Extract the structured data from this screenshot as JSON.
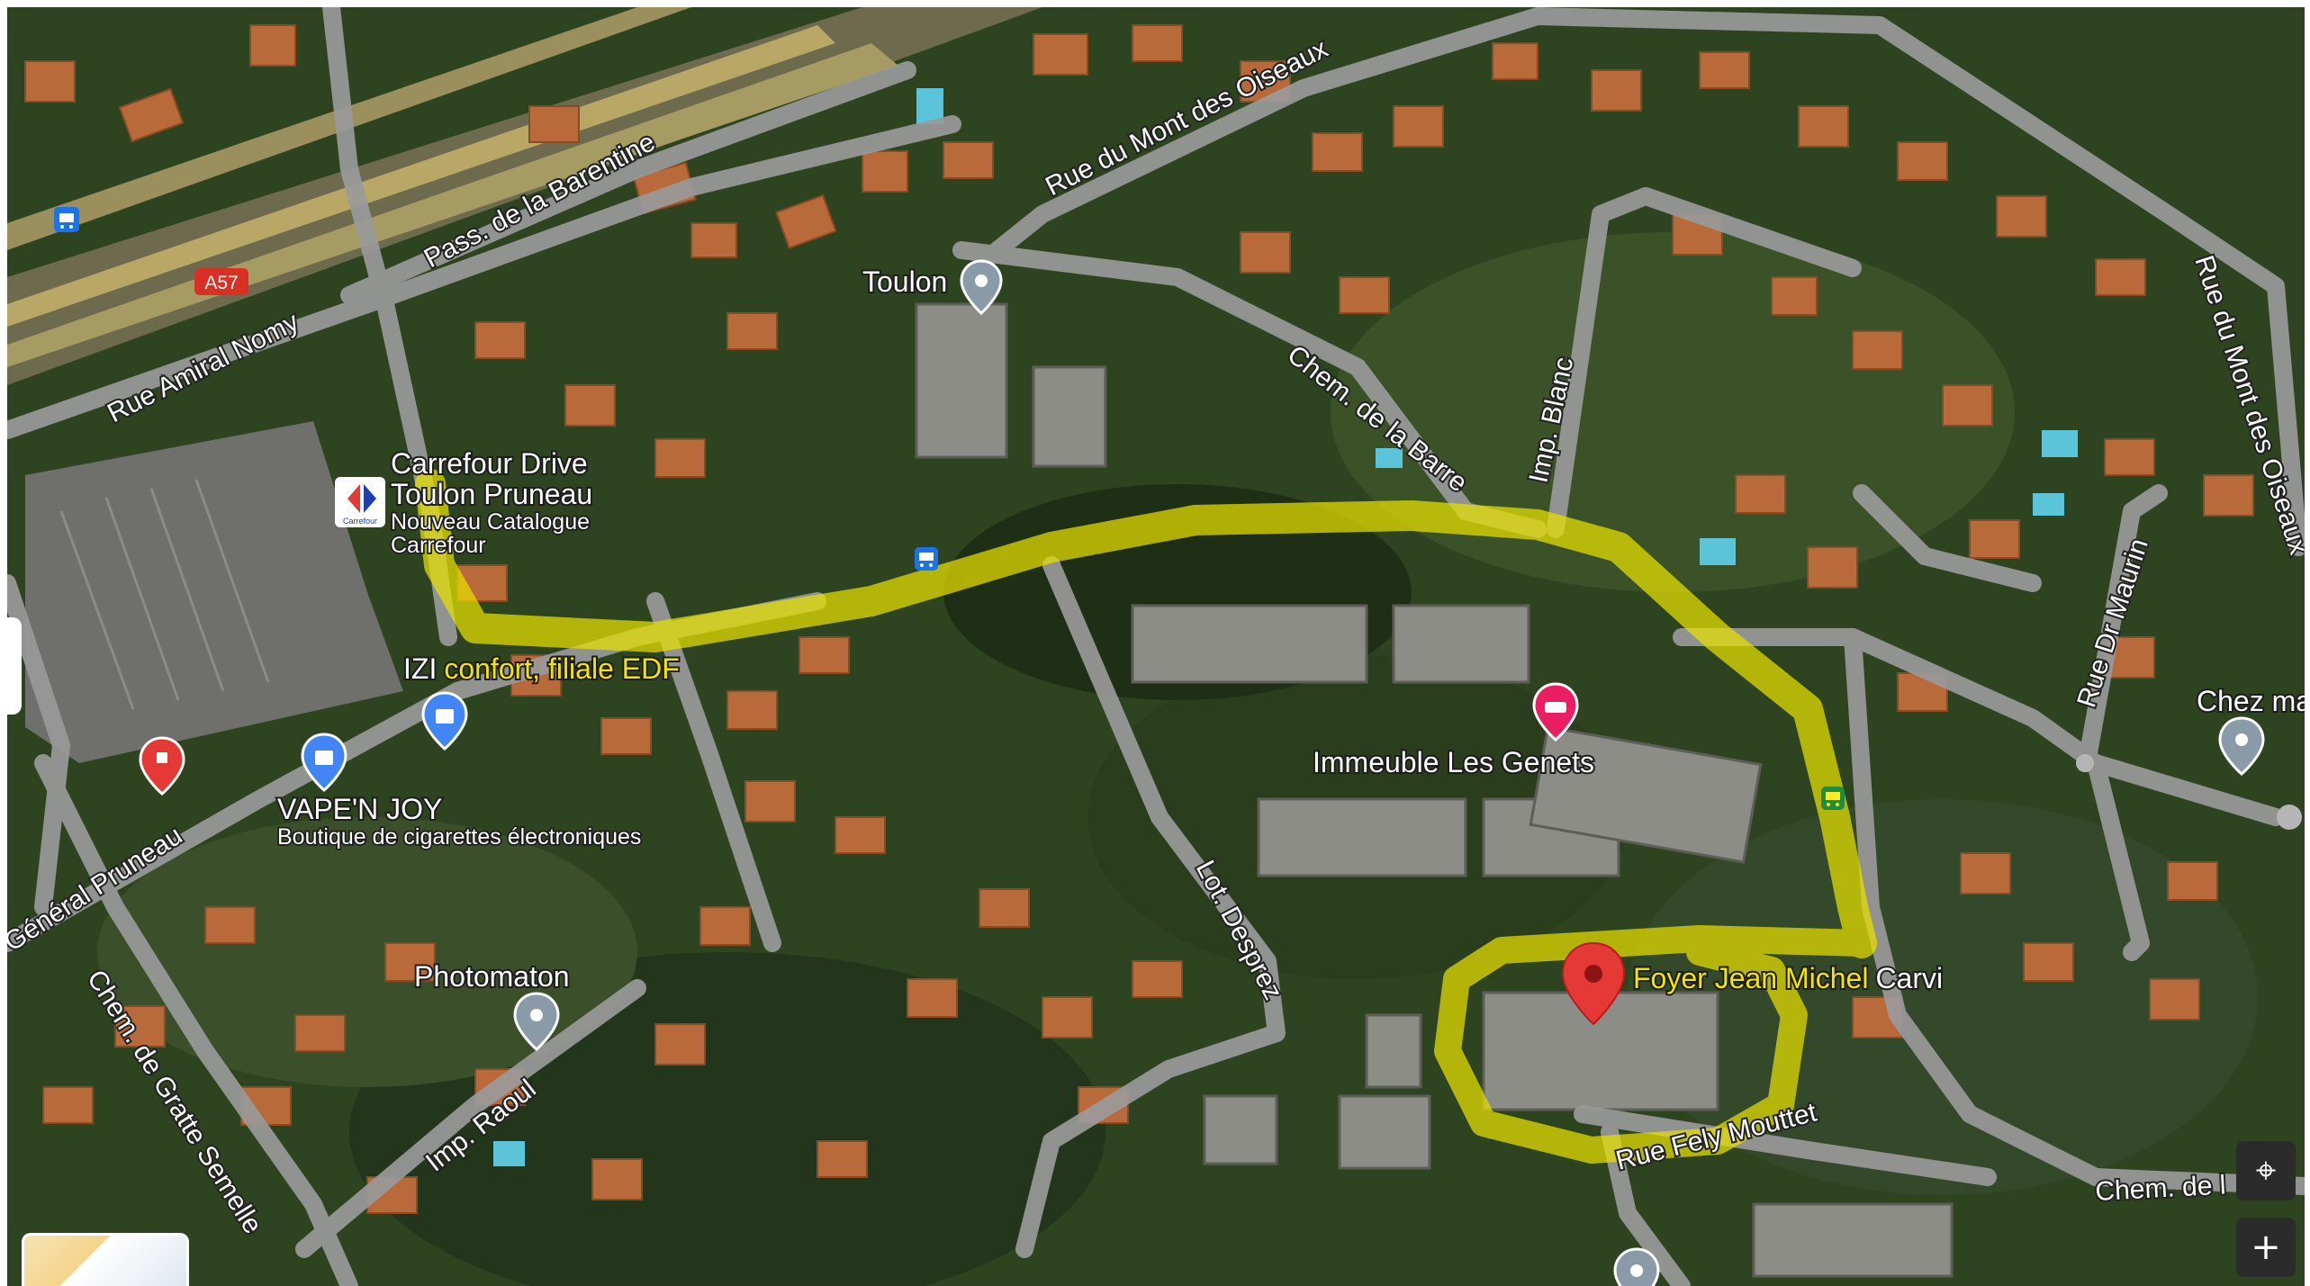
{
  "streets": {
    "rue_amiral_nomy": "Rue Amiral Nomy",
    "pass_barentine": "Pass. de la Barentine",
    "rue_mont_oiseaux_top": "Rue du Mont des Oiseaux",
    "rue_mont_oiseaux_right": "Rue du Mont des Oiseaux",
    "chem_barre": "Chem. de la Barre",
    "imp_blanc": "Imp. Blanc",
    "rue_dr_maurin": "Rue Dr Maurin",
    "general_pruneau": "Général Pruneau",
    "chem_gratte_semelle": "Chem. de Gratte Semelle",
    "imp_raoul": "Imp. Raoul",
    "lot_desprez": "Lot. Desprez",
    "rue_fely_mouttet": "Rue Fely Mouttet",
    "chem_de_l": "Chem. de l"
  },
  "highway_badge": "A57",
  "places": {
    "toulon": "Toulon",
    "carrefour_line1": "Carrefour Drive",
    "carrefour_line2": "Toulon Pruneau",
    "carrefour_line3": "Nouveau Catalogue",
    "carrefour_line4": "Carrefour",
    "carrefour_logo_text": "Carrefour",
    "izi_white": "IZI",
    "izi_yellow": "confort, filiale EDF",
    "vape_name": "VAPE'N JOY",
    "vape_sub": "Boutique de cigarettes électroniques",
    "immeuble": "Immeuble Les Genets",
    "foyer_white": "Foyer Jean Michel",
    "foyer_yellow": "Carvi",
    "photomaton": "Photomaton",
    "chez_ma": "Chez ma"
  },
  "controls": {
    "locate_icon": "crosshair-icon",
    "zoom_in_label": "+"
  },
  "colors": {
    "highlight": "#e8e000",
    "road": "#9a9a9a",
    "pin_red": "#e53935",
    "pin_grey": "#8a9aa8",
    "transit_blue": "#1a73e8",
    "highway_red": "#d93025",
    "poi_pink": "#e91e63",
    "poi_blue": "#4285f4"
  }
}
